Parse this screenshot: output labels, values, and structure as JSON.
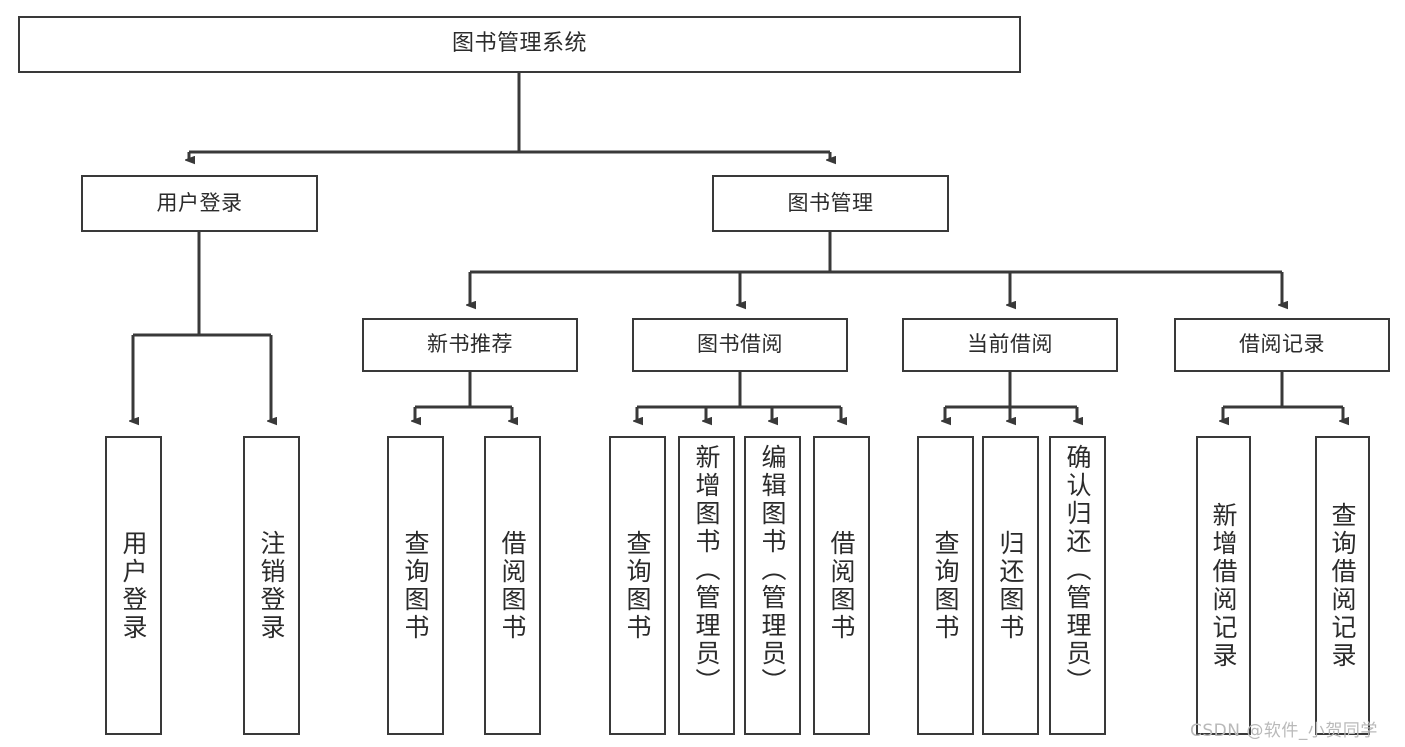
{
  "diagram": {
    "title": "图书管理系统",
    "type": "hierarchy-tree",
    "levels": 4,
    "line_color": "#393939",
    "text_color": "#2b2b2b",
    "background": "#ffffff",
    "nodes": {
      "root": {
        "label": "图书管理系统"
      },
      "level1": [
        {
          "label": "用户登录"
        },
        {
          "label": "图书管理"
        }
      ],
      "level2": [
        {
          "label": "新书推荐"
        },
        {
          "label": "图书借阅"
        },
        {
          "label": "当前借阅"
        },
        {
          "label": "借阅记录"
        }
      ],
      "leaves": {
        "user_login": [
          {
            "label": "用户登录"
          },
          {
            "label": "注销登录"
          }
        ],
        "new_book": [
          {
            "label": "查询图书"
          },
          {
            "label": "借阅图书"
          }
        ],
        "borrow_book": [
          {
            "label": "查询图书"
          },
          {
            "label": "新增图书（管理员）"
          },
          {
            "label": "编辑图书（管理员）"
          },
          {
            "label": "借阅图书"
          }
        ],
        "current_borrow": [
          {
            "label": "查询图书"
          },
          {
            "label": "归还图书"
          },
          {
            "label": "确认归还（管理员）"
          }
        ],
        "borrow_record": [
          {
            "label": "新增借阅记录"
          },
          {
            "label": "查询借阅记录"
          }
        ]
      }
    }
  },
  "watermark": {
    "text": "CSDN @软件_小贺同学"
  }
}
